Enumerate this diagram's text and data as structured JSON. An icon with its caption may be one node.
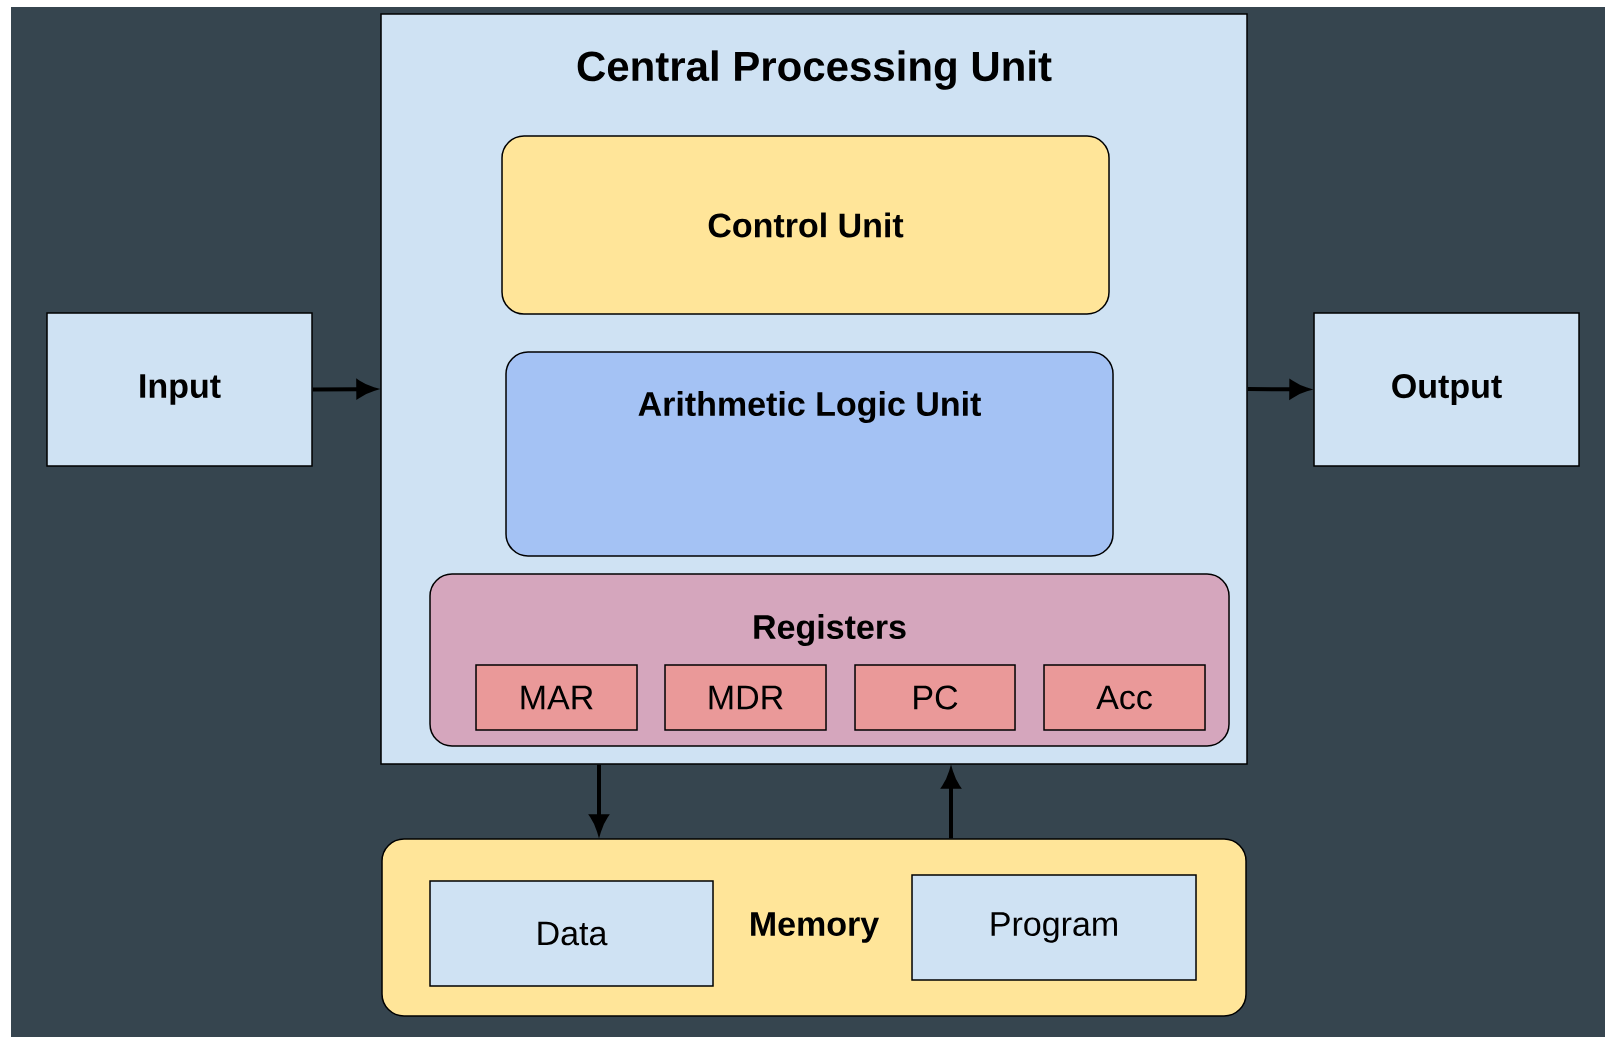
{
  "diagram": {
    "nodes": [
      {
        "text": [
          "Central Processing Unit"
        ]
      },
      {
        "text": [
          "Control Unit"
        ],
        "in": 0
      },
      {
        "text": [
          "Arithmetic Logic Unit"
        ],
        "in": 0
      },
      {
        "text": [
          "Registers"
        ],
        "in": 0
      },
      {
        "text": [
          "MAR"
        ],
        "in": 3
      },
      {
        "text": [
          "MDR"
        ],
        "in": 3
      },
      {
        "text": [
          "PC"
        ],
        "in": 3
      },
      {
        "text": [
          "Acc"
        ],
        "in": 3
      },
      {
        "text": [
          "Input"
        ]
      },
      {
        "text": [
          "Output"
        ]
      },
      {
        "text": [
          "Memory"
        ]
      },
      {
        "text": [
          "Data"
        ],
        "in": 10
      },
      {
        "text": [
          "Program"
        ],
        "in": 10
      }
    ],
    "edges": [
      {
        "from": 8,
        "to": 0,
        "arrow": "to"
      },
      {
        "from": 0,
        "to": 9,
        "arrow": "to"
      },
      {
        "from": 0,
        "to": 10,
        "arrow": "to"
      },
      {
        "from": 10,
        "to": 0,
        "arrow": "to"
      }
    ]
  }
}
